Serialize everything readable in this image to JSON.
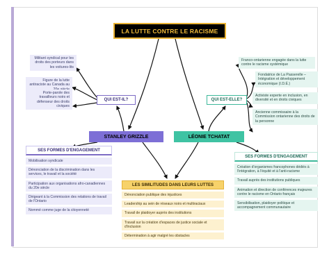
{
  "title": "LA LUTTE CONTRE LE RACISME",
  "left": {
    "question": "QUI EST-IL?",
    "name": "STANLEY GRIZZLE",
    "notes": [
      "Militant syndical pour les droits des porteurs dans les voitures-lits",
      "Figure de la lutte antiraciste au Canada au 20e siècle",
      "Porte-parole des travailleurs noirs et défenseur des droits civiques"
    ],
    "engagement_title": "SES FORMES D'ENGAGEMENT",
    "engagement": [
      "Mobilisation syndicale",
      "Dénonciation de la discrimination dans les services, le travail et la société",
      "Participation aux organisations afro-canadiennes du 20e siècle",
      "Dirigeant à la Commission des relations de travail de l'Ontario",
      "Nommé comme juge de la citoyenneté"
    ]
  },
  "right": {
    "question": "QUI EST-ELLE?",
    "name": "LÉONIE TCHATAT",
    "notes": [
      "Franco-ontarienne engagée dans la lutte contre le racisme systémique",
      "Fondatrice de La Passerelle – Intégration et développement économique (I.D.É.)",
      "Activiste experte en inclusion, en diversité et en droits civiques",
      "Ancienne commissaire à la Commission ontarienne des droits de la personne"
    ],
    "engagement_title": "SES FORMES D'ENGAGEMENT",
    "engagement": [
      "Création d'organismes francophones dédiés à l'intégration, à l'équité et à l'anti-racisme",
      "Travail auprès des institutions publiques",
      "Animation et direction de conférences majeures contre le racisme en Ontario français",
      "Sensibilisation, plaidoyer politique et accompagnement communautaire"
    ]
  },
  "similarities": {
    "title": "LES SIMILITUDES DANS LEURS LUTTES",
    "items": [
      "Dénonciation publique des injustices",
      "Leadership au sein de réseaux noirs et multiraciaux",
      "Travail de plaidoyer auprès des institutions",
      "Travail sur la création d'espaces de justice sociale et d'inclusion",
      "Détermination à agir malgré les obstacles"
    ]
  },
  "colors": {
    "title_bg": "#000000",
    "title_text": "#f4bd3b",
    "left_accent": "#7d6fd6",
    "right_accent": "#3fc3a3",
    "similarities_accent": "#f7d26a"
  }
}
